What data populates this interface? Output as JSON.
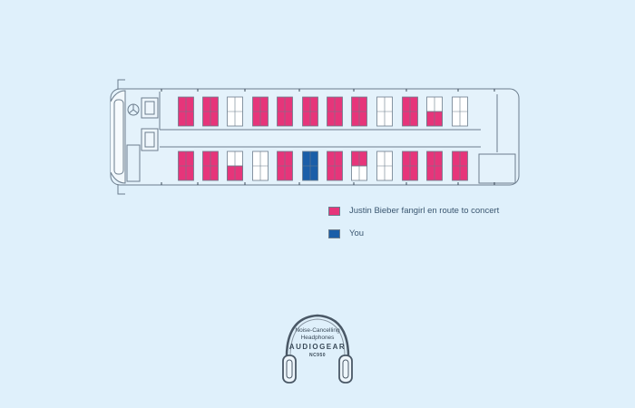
{
  "colors": {
    "background": "#dff0fb",
    "fangirl_seat": "#e6357a",
    "you_seat": "#1a5ea8",
    "empty_seat": "#ffffff",
    "outline": "#6b7c8c"
  },
  "legend": {
    "fangirl_label": "Justin Bieber fangirl en route to concert",
    "you_label": "You"
  },
  "seat_map": {
    "top_row": [
      "fangirl",
      "fangirl",
      "empty",
      "fangirl",
      "fangirl",
      "fangirl",
      "fangirl",
      "fangirl",
      "empty",
      "fangirl",
      "fangirl",
      "empty"
    ],
    "top_row_partial": [
      10
    ],
    "bottom_row": [
      "fangirl",
      "fangirl",
      "empty",
      "empty",
      "fangirl",
      "you",
      "fangirl",
      "fangirl",
      "empty",
      "fangirl",
      "fangirl",
      "fangirl"
    ],
    "bottom_row_partial": [
      2,
      7
    ]
  },
  "logo": {
    "line1": "Noise-Cancelling",
    "line2": "Headphones",
    "brand": "AUDIOGEAR",
    "model": "NC950",
    "icon": "headphones-icon"
  }
}
